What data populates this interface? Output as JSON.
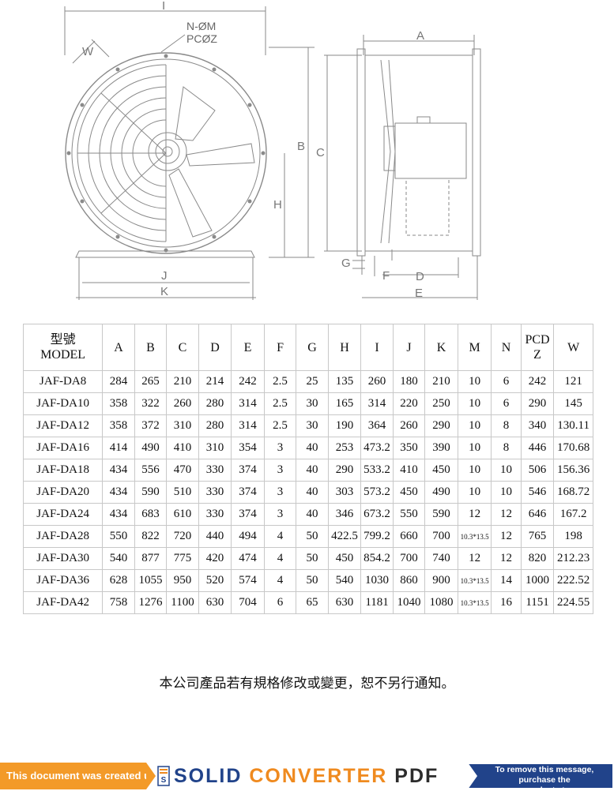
{
  "drawing": {
    "labels": {
      "I": "I",
      "W": "W",
      "callout_line1": "N-ØM",
      "callout_line2": "PCØZ",
      "B": "B",
      "C": "C",
      "H": "H",
      "J": "J",
      "K": "K",
      "A": "A",
      "G": "G",
      "F": "F",
      "D": "D",
      "E": "E"
    }
  },
  "table": {
    "header": {
      "model_cn": "型號",
      "model_en": "MODEL",
      "columns": [
        "A",
        "B",
        "C",
        "D",
        "E",
        "F",
        "G",
        "H",
        "I",
        "J",
        "K",
        "M",
        "N"
      ],
      "pcd_line1": "PCD",
      "pcd_line2": "Z",
      "w": "W"
    },
    "rows": [
      [
        "JAF-DA8",
        "284",
        "265",
        "210",
        "214",
        "242",
        "2.5",
        "25",
        "135",
        "260",
        "180",
        "210",
        "10",
        "6",
        "242",
        "121"
      ],
      [
        "JAF-DA10",
        "358",
        "322",
        "260",
        "280",
        "314",
        "2.5",
        "30",
        "165",
        "314",
        "220",
        "250",
        "10",
        "6",
        "290",
        "145"
      ],
      [
        "JAF-DA12",
        "358",
        "372",
        "310",
        "280",
        "314",
        "2.5",
        "30",
        "190",
        "364",
        "260",
        "290",
        "10",
        "8",
        "340",
        "130.11"
      ],
      [
        "JAF-DA16",
        "414",
        "490",
        "410",
        "310",
        "354",
        "3",
        "40",
        "253",
        "473.2",
        "350",
        "390",
        "10",
        "8",
        "446",
        "170.68"
      ],
      [
        "JAF-DA18",
        "434",
        "556",
        "470",
        "330",
        "374",
        "3",
        "40",
        "290",
        "533.2",
        "410",
        "450",
        "10",
        "10",
        "506",
        "156.36"
      ],
      [
        "JAF-DA20",
        "434",
        "590",
        "510",
        "330",
        "374",
        "3",
        "40",
        "303",
        "573.2",
        "450",
        "490",
        "10",
        "10",
        "546",
        "168.72"
      ],
      [
        "JAF-DA24",
        "434",
        "683",
        "610",
        "330",
        "374",
        "3",
        "40",
        "346",
        "673.2",
        "550",
        "590",
        "12",
        "12",
        "646",
        "167.2"
      ],
      [
        "JAF-DA28",
        "550",
        "822",
        "720",
        "440",
        "494",
        "4",
        "50",
        "422.5",
        "799.2",
        "660",
        "700",
        "10.3*13.5",
        "12",
        "765",
        "198"
      ],
      [
        "JAF-DA30",
        "540",
        "877",
        "775",
        "420",
        "474",
        "4",
        "50",
        "450",
        "854.2",
        "700",
        "740",
        "12",
        "12",
        "820",
        "212.23"
      ],
      [
        "JAF-DA36",
        "628",
        "1055",
        "950",
        "520",
        "574",
        "4",
        "50",
        "540",
        "1030",
        "860",
        "900",
        "10.3*13.5",
        "14",
        "1000",
        "222.52"
      ],
      [
        "JAF-DA42",
        "758",
        "1276",
        "1100",
        "630",
        "704",
        "6",
        "65",
        "630",
        "1181",
        "1040",
        "1080",
        "10.3*13.5",
        "16",
        "1151",
        "224.55"
      ]
    ]
  },
  "notice": "本公司產品若有規格修改或變更，恕不另行通知。",
  "banner": {
    "left_text": "This document was created using",
    "brand_solid": "SOLID",
    "brand_converter": "CONVERTER",
    "brand_pdf": "PDF",
    "right_line1": "To remove this message, purchase the",
    "right_line2": "product at www.SolidDocuments.com",
    "colors": {
      "orange": "#f39a28",
      "blue": "#21438a",
      "converter_orange": "#ef8a1f"
    }
  }
}
